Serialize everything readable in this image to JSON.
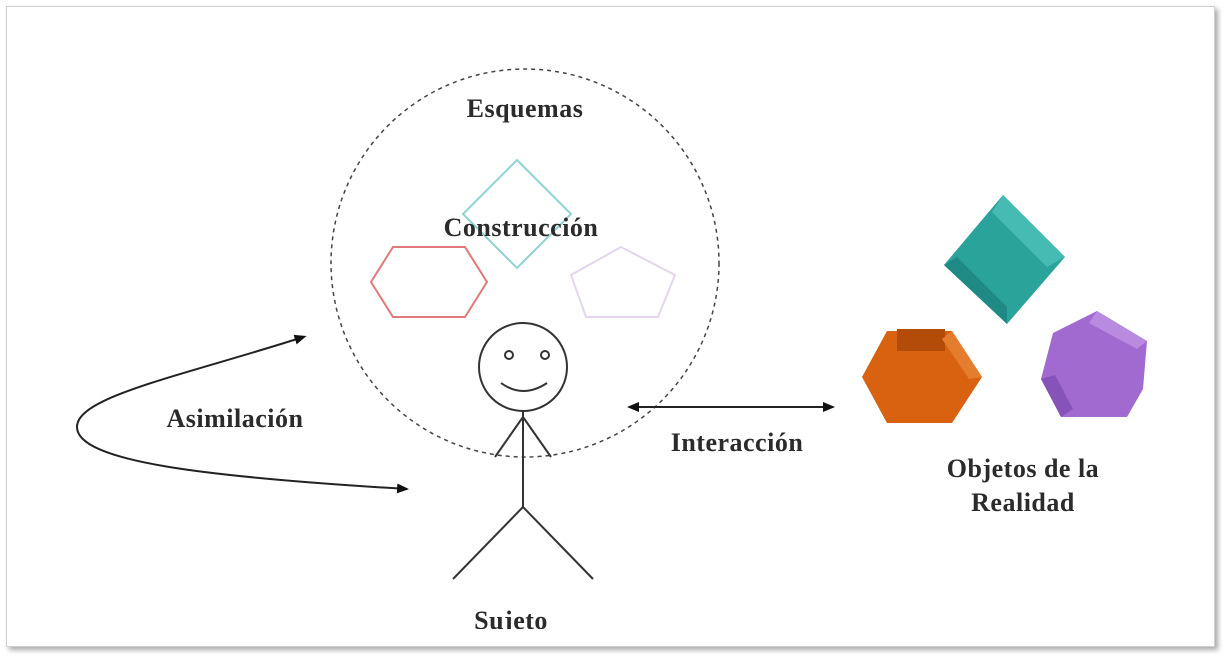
{
  "labels": {
    "schemas": "Esquemas",
    "construction": "Construcción",
    "assimilation": "Asimilación",
    "interaction": "Interacción",
    "objects_line1": "Objetos de la",
    "objects_line2": "Realidad",
    "subject": "Sujeto"
  },
  "colors": {
    "diamond_outline": "#8fd3d3",
    "hexagon_outline": "#e07a7a",
    "pentagon_outline": "#e4d6ec",
    "teal_object": "#2aa39b",
    "orange_object": "#d8620f",
    "purple_object": "#a06ad0",
    "line": "#333333"
  }
}
